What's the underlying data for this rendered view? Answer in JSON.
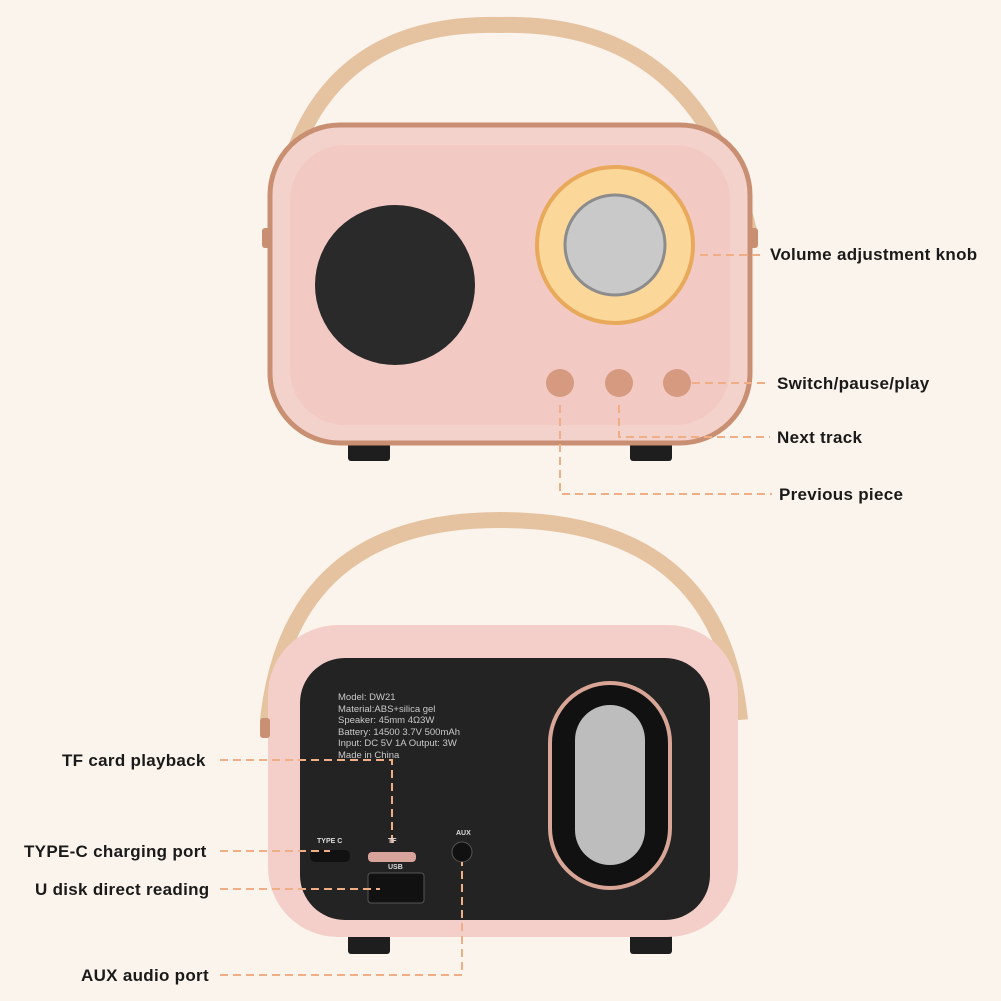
{
  "colors": {
    "background": "#fbf4ec",
    "body_pink": "#f2c9c3",
    "rose_gold": "#c98f72",
    "callout_line": "#f0ae86",
    "back_panel": "#232323"
  },
  "front_callouts": [
    {
      "label": "Volume adjustment knob"
    },
    {
      "label": "Switch/pause/play"
    },
    {
      "label": "Next track"
    },
    {
      "label": "Previous piece"
    }
  ],
  "back_callouts": [
    {
      "label": "TF card playback"
    },
    {
      "label": "TYPE-C charging port"
    },
    {
      "label": "U disk direct reading"
    },
    {
      "label": "AUX audio port"
    }
  ],
  "spec_lines": [
    "Model: DW21",
    "Material:ABS+silica gel",
    "Speaker: 45mm 4Ω3W",
    "Battery: 14500 3.7V 500mAh",
    "Input: DC 5V 1A Output: 3W",
    "Made in China"
  ],
  "port_labels": {
    "type_c": "TYPE C",
    "tf": "TF",
    "usb": "USB",
    "aux": "AUX"
  }
}
